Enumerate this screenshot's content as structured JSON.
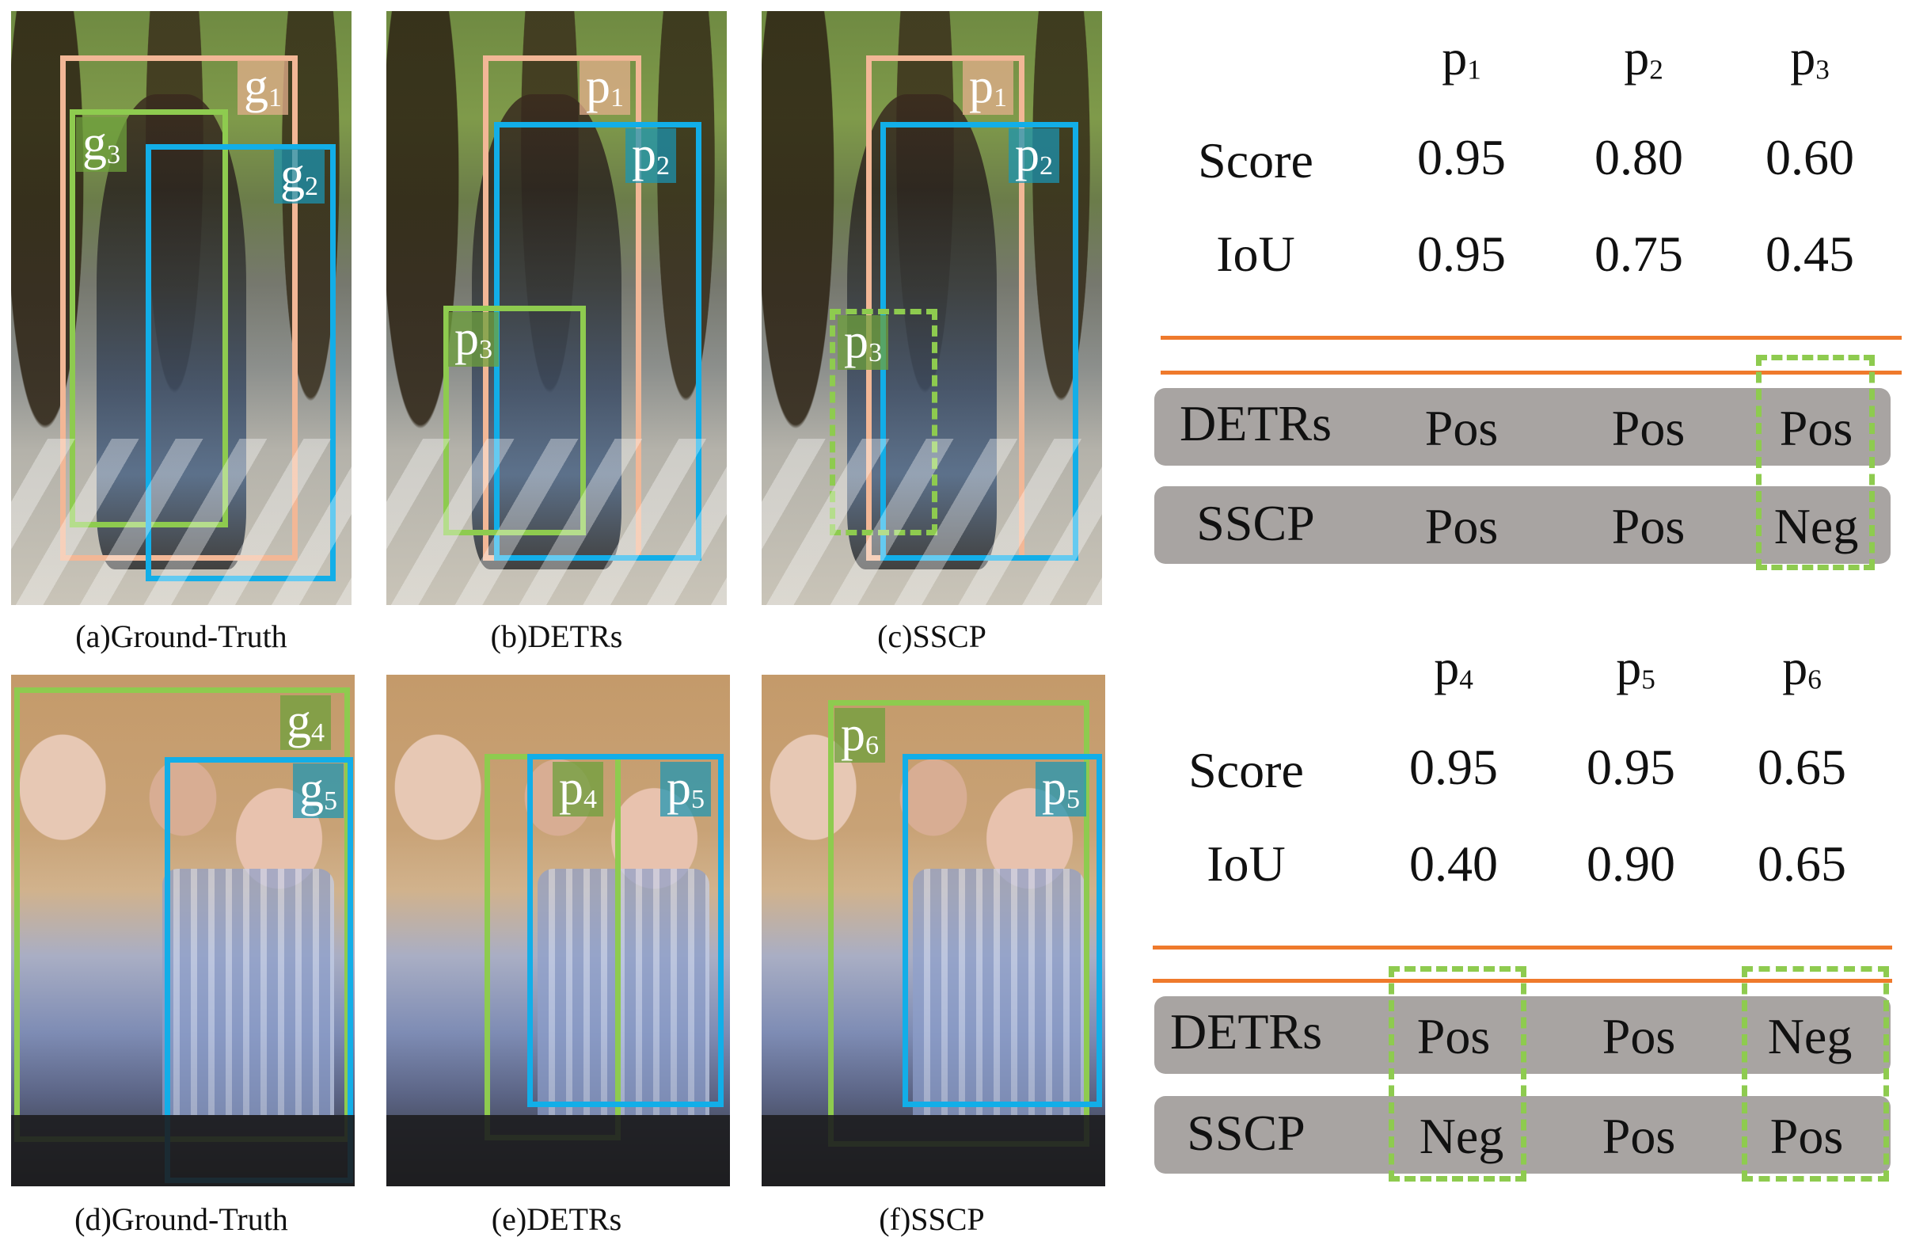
{
  "tags": {
    "g1": {
      "base": "g",
      "sub": "1"
    },
    "g2": {
      "base": "g",
      "sub": "2"
    },
    "g3": {
      "base": "g",
      "sub": "3"
    },
    "g4": {
      "base": "g",
      "sub": "4"
    },
    "g5": {
      "base": "g",
      "sub": "5"
    },
    "p1": {
      "base": "p",
      "sub": "1"
    },
    "p2": {
      "base": "p",
      "sub": "2"
    },
    "p3": {
      "base": "p",
      "sub": "3"
    },
    "p4": {
      "base": "p",
      "sub": "4"
    },
    "p5": {
      "base": "p",
      "sub": "5"
    },
    "p6": {
      "base": "p",
      "sub": "6"
    }
  },
  "captions": {
    "a": "(a)Ground-Truth",
    "b": "(b)DETRs",
    "c": "(c)SSCP",
    "d": "(d)Ground-Truth",
    "e": "(e)DETRs",
    "f": "(f)SSCP"
  },
  "table_top": {
    "headers": [
      {
        "base": "p",
        "sub": "1"
      },
      {
        "base": "p",
        "sub": "2"
      },
      {
        "base": "p",
        "sub": "3"
      }
    ],
    "score_label": "Score",
    "score": [
      "0.95",
      "0.80",
      "0.60"
    ],
    "iou_label": "IoU",
    "iou": [
      "0.95",
      "0.75",
      "0.45"
    ],
    "detrs_label": "DETRs",
    "detrs": [
      "Pos",
      "Pos",
      "Pos"
    ],
    "sscp_label": "SSCP",
    "sscp": [
      "Pos",
      "Pos",
      "Neg"
    ]
  },
  "table_bottom": {
    "headers": [
      {
        "base": "p",
        "sub": "4"
      },
      {
        "base": "p",
        "sub": "5"
      },
      {
        "base": "p",
        "sub": "6"
      }
    ],
    "score_label": "Score",
    "score": [
      "0.95",
      "0.95",
      "0.65"
    ],
    "iou_label": "IoU",
    "iou": [
      "0.40",
      "0.90",
      "0.65"
    ],
    "detrs_label": "DETRs",
    "detrs": [
      "Pos",
      "Pos",
      "Neg"
    ],
    "sscp_label": "SSCP",
    "sscp": [
      "Neg",
      "Pos",
      "Pos"
    ]
  },
  "colors": {
    "gt_orange": "#f2b796",
    "box_blue": "#12aee8",
    "box_green": "#8ecb4f",
    "rule_orange": "#ef7a2c",
    "bar_gray": "#a8a4a2"
  }
}
